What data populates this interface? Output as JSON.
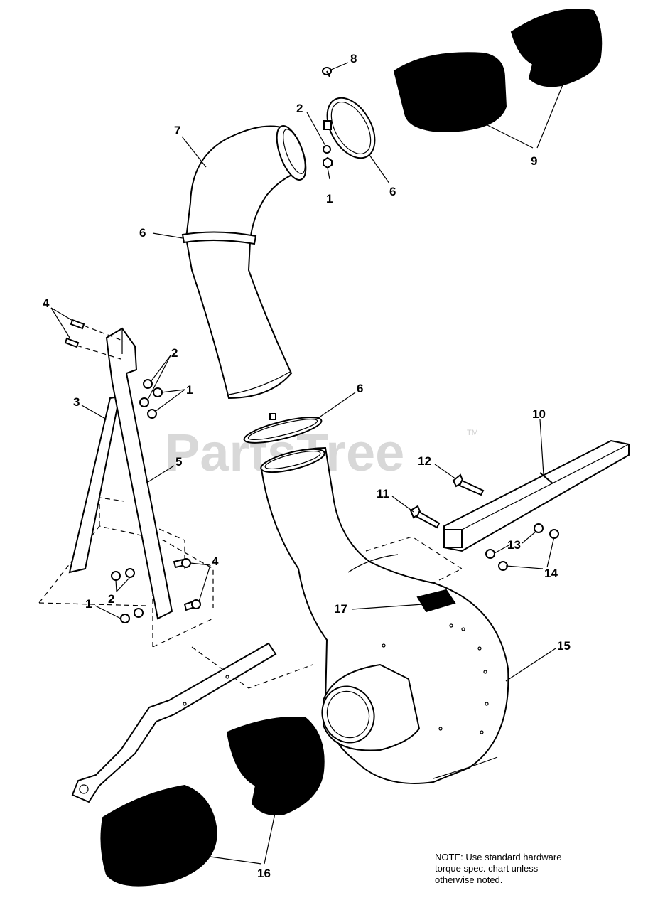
{
  "watermark": "PartsTree",
  "trademark": "TM",
  "callouts": {
    "c8": "8",
    "c2_top": "2",
    "c7": "7",
    "c1_top": "1",
    "c6_top": "6",
    "c9": "9",
    "c6_left": "6",
    "c4_top": "4",
    "c2_mid": "2",
    "c1_mid": "1",
    "c3": "3",
    "c5": "5",
    "c6_mid": "6",
    "c10": "10",
    "c12": "12",
    "c11": "11",
    "c13": "13",
    "c14": "14",
    "c4_low": "4",
    "c1_low": "1",
    "c2_low": "2",
    "c17": "17",
    "c15": "15",
    "c16": "16"
  },
  "note": {
    "line1": "NOTE: Use standard hardware",
    "line2": "torque spec. chart unless",
    "line3": "otherwise noted."
  }
}
